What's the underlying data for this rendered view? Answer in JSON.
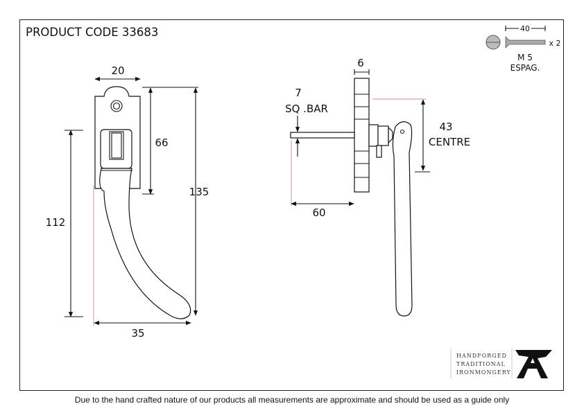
{
  "title": "PRODUCT CODE 33683",
  "left_view": {
    "width_top": "20",
    "slot_height": "66",
    "total_height": "135",
    "lever_height": "112",
    "lever_width": "35"
  },
  "side_view": {
    "rose_thickness": "6",
    "bar_size": "7",
    "bar_label": "SQ .BAR",
    "bar_length": "60",
    "centre_value": "43",
    "centre_label": "CENTRE"
  },
  "screw": {
    "length": "40",
    "quantity": "x 2",
    "size": "M 5",
    "type": "ESPAG."
  },
  "brand": {
    "lines": [
      "HANDFORGED",
      "TRADITIONAL",
      "IRONMONGERY"
    ]
  },
  "footer": "Due to the hand crafted nature of our products all measurements are approximate and should be used as a guide only"
}
